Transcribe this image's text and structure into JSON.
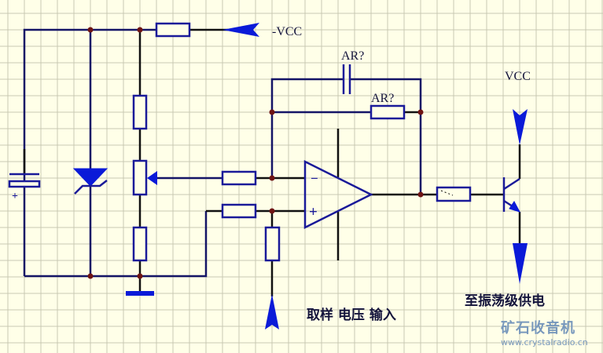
{
  "diagram": {
    "type": "schematic",
    "title": "Op-amp voltage regulator feedback circuit",
    "colors": {
      "background": "#ffffe8",
      "grid": "#c9c9b3",
      "wire": "#141466",
      "wire_dark": "#111111",
      "component": "#1a1a99",
      "symbol_fill": "#0a1ad8",
      "junction": "#6e1414",
      "label": "#14143c",
      "watermark": "#7898bc"
    },
    "labels": {
      "neg_supply": "-VCC",
      "pos_supply": "VCC",
      "feedback_capacitor": "AR?",
      "feedback_resistor": "AR?",
      "sample_input": "取样 电压 输入",
      "output_note": "至振荡级供电",
      "opamp_minus": "−",
      "opamp_plus": "+",
      "cap_polarity": "+"
    },
    "components": [
      {
        "id": "C1",
        "kind": "polarized-capacitor"
      },
      {
        "id": "D1",
        "kind": "zener-diode"
      },
      {
        "id": "R1",
        "kind": "resistor",
        "role": "-VCC series"
      },
      {
        "id": "R2",
        "kind": "resistor",
        "role": "divider top"
      },
      {
        "id": "RP1",
        "kind": "potentiometer"
      },
      {
        "id": "R3",
        "kind": "resistor",
        "role": "divider bottom"
      },
      {
        "id": "R4",
        "kind": "resistor",
        "role": "inverting input"
      },
      {
        "id": "R5",
        "kind": "resistor",
        "role": "non-inverting input"
      },
      {
        "id": "R6",
        "kind": "resistor",
        "role": "non-inverting to sample"
      },
      {
        "id": "C2",
        "kind": "capacitor",
        "label": "AR?"
      },
      {
        "id": "R7",
        "kind": "resistor",
        "label": "AR?"
      },
      {
        "id": "U1",
        "kind": "op-amp"
      },
      {
        "id": "R8",
        "kind": "resistor",
        "role": "base"
      },
      {
        "id": "Q1",
        "kind": "npn-transistor"
      }
    ],
    "ports": [
      {
        "name": "neg-vcc-port",
        "label": "-VCC"
      },
      {
        "name": "vcc-port",
        "label": "VCC"
      },
      {
        "name": "sample-input-port",
        "label": "取样 电压 输入"
      },
      {
        "name": "oscillator-supply-port",
        "label": "至振荡级供电"
      },
      {
        "name": "ground",
        "label": ""
      }
    ]
  },
  "watermark": {
    "title": "矿石收音机",
    "url": "www.crystalradio.cn"
  }
}
